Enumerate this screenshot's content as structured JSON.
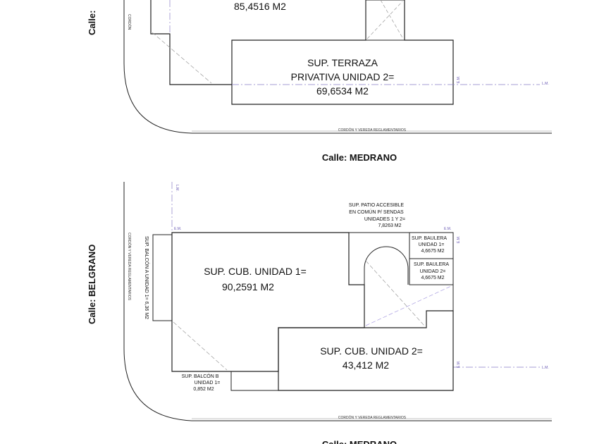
{
  "streets": {
    "side": "Calle:  BELGRANO",
    "side_top_fragment": "Calle:",
    "bottom": "Calle:  MEDRANO"
  },
  "plan_top": {
    "area_fragment": "85,4516   M2",
    "terraza": {
      "line1": "SUP. TERRAZA",
      "line2": "PRIVATIVA UNIDAD 2=",
      "line3": "69,6534   M2"
    },
    "curb_note": "CORDÓN Y VEREDA REGLAMENTARIOS",
    "side_curb_note": "CORDÓN",
    "lm_label": "L.M.",
    "em_label": "E.M."
  },
  "plan_bottom": {
    "unit1": {
      "line1": "SUP. CUB. UNIDAD 1=",
      "line2": "90,2591   M2"
    },
    "unit2": {
      "line1": "SUP. CUB. UNIDAD 2=",
      "line2": "43,412   M2"
    },
    "patio": {
      "line1": "SUP. PATIO ACCESIBLE",
      "line2": "EN COMÚN P/ SENDAS",
      "line3": "UNIDADES 1 Y 2=",
      "line4": "7,8263   M2"
    },
    "baulera1": {
      "line1": "SUP. BAULERA",
      "line2": "UNIDAD 1=",
      "line3": "4,6675   M2"
    },
    "baulera2": {
      "line1": "SUP. BAULERA",
      "line2": "UNIDAD 2=",
      "line3": "4,6675   M2"
    },
    "balcon_a": "SUP. BALCÓN A UNIDAD 1= 6,36 M2",
    "balcon_b": {
      "line1": "SUP. BALCÓN B",
      "line2": "UNIDAD 1=",
      "line3": "0,852   M2"
    },
    "curb_note": "CORDÓN Y VEREDA REGLAMENTARIOS",
    "side_curb_note": "CORDÓN Y VEREDA REGLAMENTARIOS",
    "lm_label": "L.M.",
    "em_label": "E.M."
  },
  "colors": {
    "line": "#222222",
    "dash": "#9a9a9a",
    "lm": "#6b5bb5",
    "ink": "#111111"
  }
}
